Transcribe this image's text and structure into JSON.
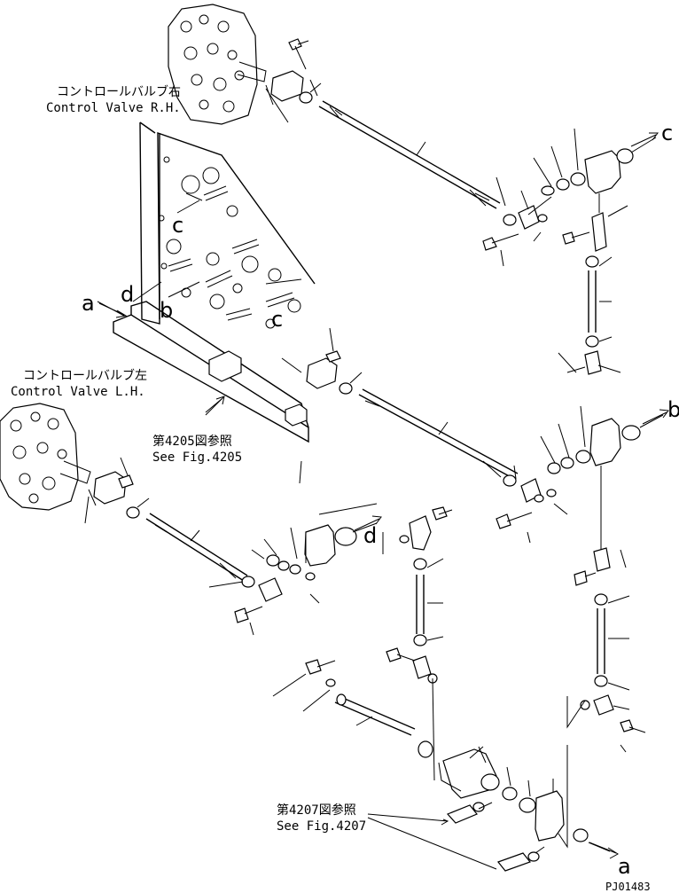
{
  "labels": {
    "control_valve_rh_jp": "コントロールバルブ右",
    "control_valve_rh_en": "Control Valve R.H.",
    "control_valve_lh_jp": "コントロールバルブ左",
    "control_valve_lh_en": "Control Valve L.H.",
    "fig4205_jp": "第4205図参照",
    "fig4205_en": "See Fig.4205",
    "fig4207_jp": "第4207図参照",
    "fig4207_en": "See Fig.4207",
    "drawing_number": "PJ01483"
  },
  "callouts": {
    "a_left": "a",
    "b_left": "b",
    "c_upper": "c",
    "c_lower": "c",
    "d_left": "d",
    "c_right": "c",
    "b_right": "b",
    "d_center": "d",
    "a_bottom": "a"
  },
  "colors": {
    "line": "#000000",
    "background": "#ffffff"
  }
}
